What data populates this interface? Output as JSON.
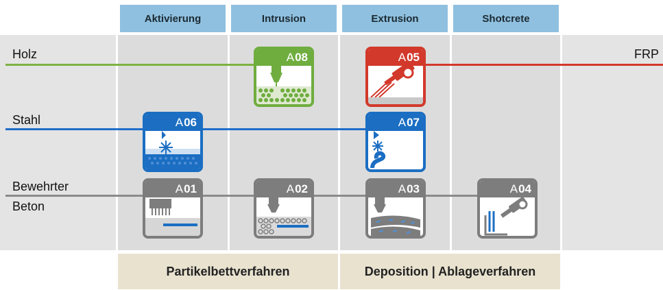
{
  "columns": [
    "Aktivierung",
    "Intrusion",
    "Extrusion",
    "Shotcrete"
  ],
  "rows": {
    "holz": "Holz",
    "stahl": "Stahl",
    "beton_line1": "Bewehrter",
    "beton_line2": "Beton",
    "frp": "FRP"
  },
  "footer": {
    "left": "Partikelbettverfahren",
    "right": "Deposition | Ablageverfahren"
  },
  "tiles": {
    "a08": {
      "prefix": "A",
      "number": "08",
      "color": "#6fad3f"
    },
    "a05": {
      "prefix": "A",
      "number": "05",
      "color": "#d2392b"
    },
    "a06": {
      "prefix": "A",
      "number": "06",
      "color": "#1b6ec2"
    },
    "a07": {
      "prefix": "A",
      "number": "07",
      "color": "#1b6ec2"
    },
    "a01": {
      "prefix": "A",
      "number": "01",
      "color": "#7d7d7d"
    },
    "a02": {
      "prefix": "A",
      "number": "02",
      "color": "#7d7d7d"
    },
    "a03": {
      "prefix": "A",
      "number": "03",
      "color": "#7d7d7d"
    },
    "a04": {
      "prefix": "A",
      "number": "04",
      "color": "#7d7d7d"
    }
  },
  "colors": {
    "holz_line": "#7cb342",
    "stahl_line": "#1f6ec8",
    "beton_line": "#8a8a8a",
    "frp_line": "#d2392b",
    "header_bg": "#8fc0df",
    "footer_bg": "#e8e2cf"
  }
}
